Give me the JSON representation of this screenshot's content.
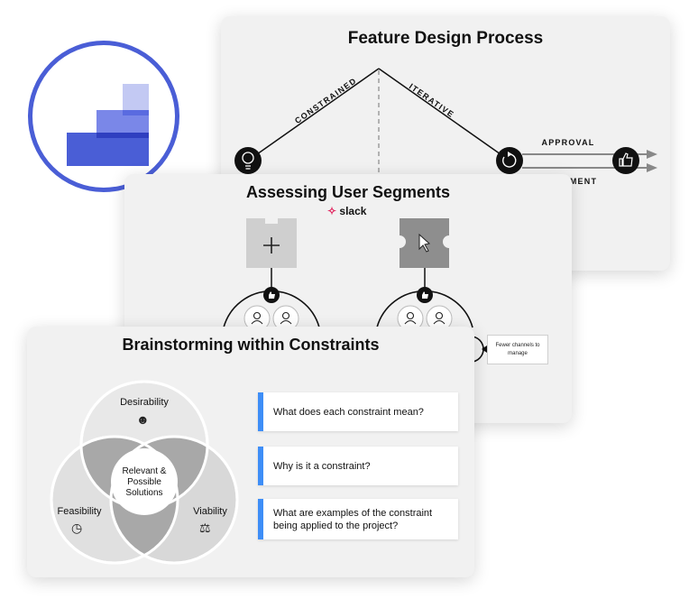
{
  "feature_design": {
    "title": "Feature Design Process",
    "constrained_label": "CONSTRAINED",
    "iterative_label": "ITERATIVE",
    "approval_label": "APPROVAL",
    "lower_label": "MENT"
  },
  "user_segments": {
    "title": "Assessing User Segments",
    "brand": "slack",
    "note": "Fewer channels to manage"
  },
  "brainstorming": {
    "title": "Brainstorming within Constraints",
    "venn": {
      "top": "Desirability",
      "left": "Feasibility",
      "right": "Viability",
      "center": "Relevant & Possible Solutions"
    },
    "questions": [
      "What does each constraint mean?",
      "Why is it a constraint?",
      "What are examples of the constraint being applied to the project?"
    ]
  },
  "colors": {
    "logo_ring": "#4a5ed6",
    "question_accent": "#3e8ef7",
    "card_bg": "#f1f1f1"
  }
}
